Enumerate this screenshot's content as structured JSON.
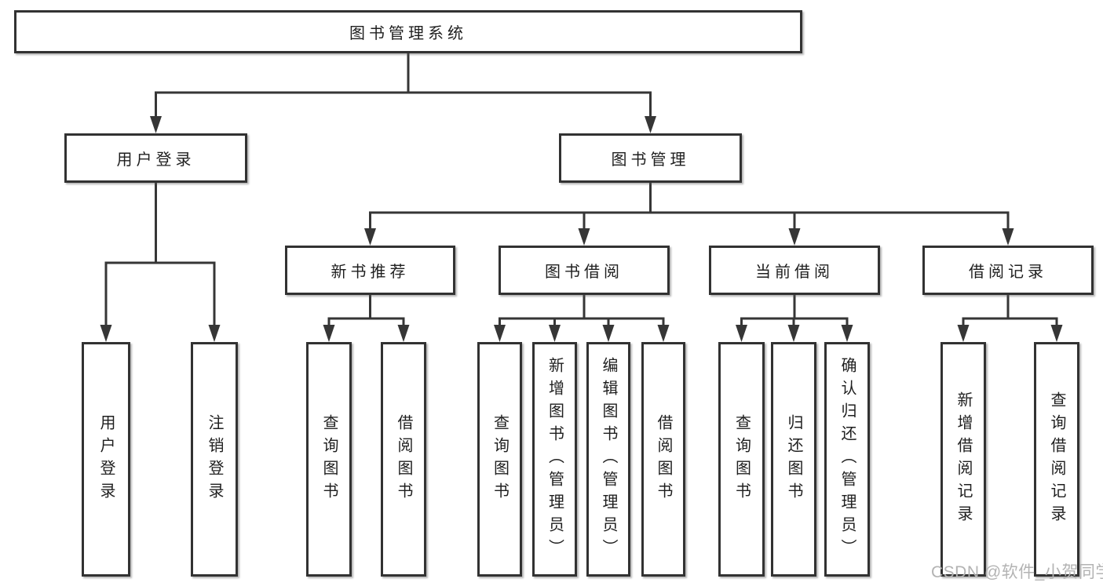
{
  "diagram_title": "图书管理系统",
  "tree": {
    "label": "图书管理系统",
    "children": [
      {
        "label": "用户登录",
        "children": [
          {
            "label": "用户登录"
          },
          {
            "label": "注销登录"
          }
        ]
      },
      {
        "label": "图书管理",
        "children": [
          {
            "label": "新书推荐",
            "children": [
              {
                "label": "查询图书"
              },
              {
                "label": "借阅图书"
              }
            ]
          },
          {
            "label": "图书借阅",
            "children": [
              {
                "label": "查询图书"
              },
              {
                "label": "新增图书（管理员）"
              },
              {
                "label": "编辑图书（管理员）"
              },
              {
                "label": "借阅图书"
              }
            ]
          },
          {
            "label": "当前借阅",
            "children": [
              {
                "label": "查询图书"
              },
              {
                "label": "归还图书"
              },
              {
                "label": "确认归还（管理员）"
              }
            ]
          },
          {
            "label": "借阅记录",
            "children": [
              {
                "label": "新增借阅记录"
              },
              {
                "label": "查询借阅记录"
              }
            ]
          }
        ]
      }
    ]
  },
  "watermark": {
    "text": "CSDN @软件_小贺同学"
  },
  "colors": {
    "background": "#ffffff",
    "box_border": "#323232",
    "connector_line": "#363636",
    "text": "#1f1f1f",
    "watermark": "#b3b3b3"
  }
}
